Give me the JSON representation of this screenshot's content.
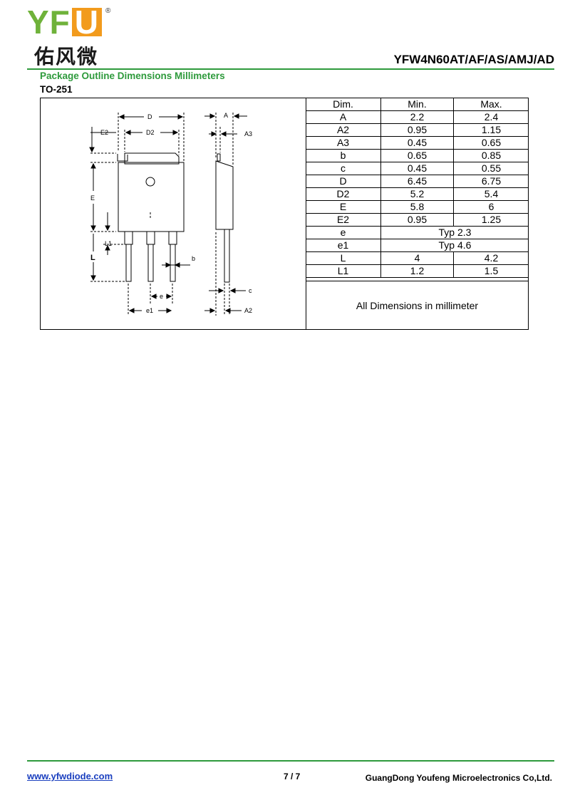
{
  "header": {
    "logo_letters": "YF",
    "logo_u": "U",
    "logo_registered": "®",
    "logo_chinese": "佑风微",
    "part_number": "YFW4N60AT/AF/AS/AMJ/AD",
    "section_title": "Package Outline Dimensions Millimeters",
    "package": "TO-251"
  },
  "drawing": {
    "labels": {
      "D": "D",
      "D2": "D2",
      "E2": "E2",
      "E": "E",
      "L1": "L1",
      "L": "L",
      "A": "A",
      "A3": "A3",
      "b": "b",
      "e": "e",
      "e1": "e1",
      "c": "c",
      "A2": "A2"
    }
  },
  "table": {
    "headers": [
      "Dim.",
      "Min.",
      "Max."
    ],
    "rows": [
      {
        "dim": "A",
        "min": "2.2",
        "max": "2.4"
      },
      {
        "dim": "A2",
        "min": "0.95",
        "max": "1.15"
      },
      {
        "dim": "A3",
        "min": "0.45",
        "max": "0.65"
      },
      {
        "dim": "b",
        "min": "0.65",
        "max": "0.85"
      },
      {
        "dim": "c",
        "min": "0.45",
        "max": "0.55"
      },
      {
        "dim": "D",
        "min": "6.45",
        "max": "6.75"
      },
      {
        "dim": "D2",
        "min": "5.2",
        "max": "5.4"
      },
      {
        "dim": "E",
        "min": "5.8",
        "max": "6"
      },
      {
        "dim": "E2",
        "min": "0.95",
        "max": "1.25"
      },
      {
        "dim": "e",
        "typ": "Typ 2.3"
      },
      {
        "dim": "e1",
        "typ": "Typ 4.6"
      },
      {
        "dim": "L",
        "min": "4",
        "max": "4.2"
      },
      {
        "dim": "L1",
        "min": "1.2",
        "max": "1.5"
      }
    ],
    "note": "All Dimensions in millimeter"
  },
  "footer": {
    "url": "www.yfwdiode.com",
    "page": "7 / 7",
    "company": "GuangDong Youfeng Microelectronics Co,Ltd."
  },
  "colors": {
    "brand_green": "#2e9a3c",
    "logo_green": "#6fb23a",
    "logo_orange": "#f29b1d",
    "link_blue": "#1a3fbf"
  }
}
